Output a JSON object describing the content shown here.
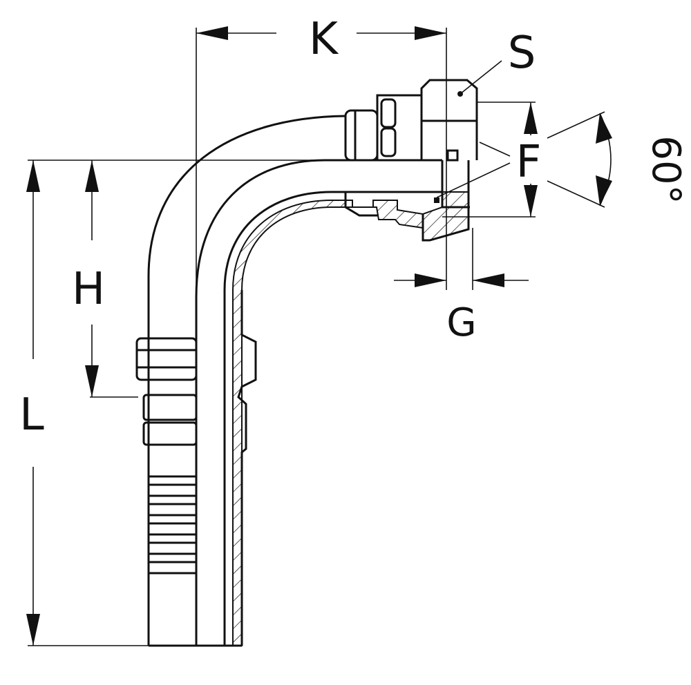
{
  "diagram": {
    "labels": {
      "K": "K",
      "S": "S",
      "F": "F",
      "angle": "60°",
      "H": "H",
      "L": "L",
      "G": "G"
    },
    "colors": {
      "ink": "#111111",
      "background": "#ffffff"
    }
  }
}
